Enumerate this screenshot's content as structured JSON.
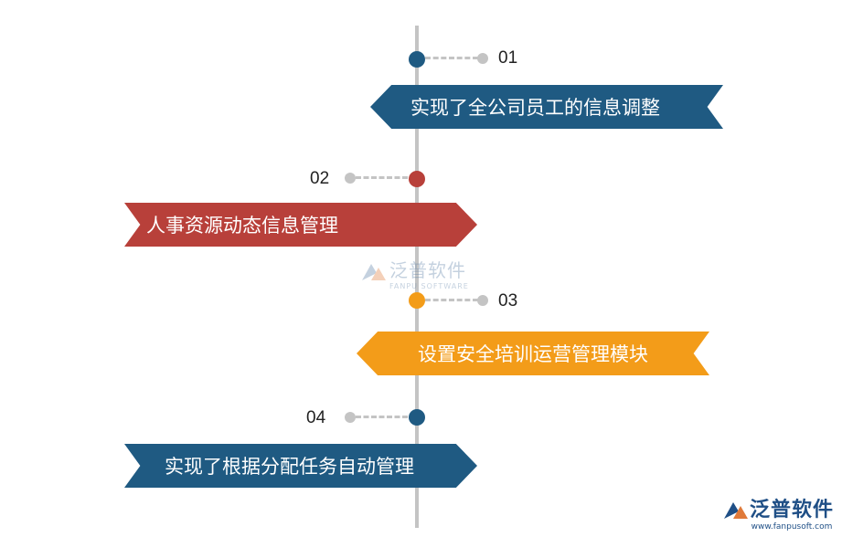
{
  "steps": [
    {
      "number": "01",
      "label": "实现了全公司员工的信息调整",
      "color": "#1f5a82"
    },
    {
      "number": "02",
      "label": "人事资源动态信息管理",
      "color": "#b8403a"
    },
    {
      "number": "03",
      "label": "设置安全培训运营管理模块",
      "color": "#f39c19"
    },
    {
      "number": "04",
      "label": "实现了根据分配任务自动管理",
      "color": "#1f5a82"
    }
  ],
  "watermark": {
    "name": "泛普软件",
    "sub": "FANPU SOFTWARE"
  },
  "logo": {
    "name": "泛普软件",
    "url": "www.fanpusoft.com"
  }
}
